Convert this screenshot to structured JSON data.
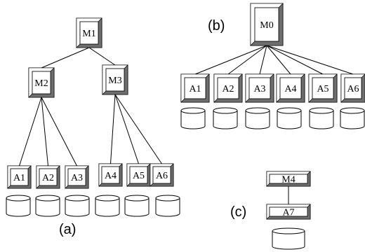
{
  "panels": {
    "a": {
      "label": "(a)"
    },
    "b": {
      "label": "(b)"
    },
    "c": {
      "label": "(c)"
    }
  },
  "nodes": {
    "M1": "M1",
    "M2": "M2",
    "M3": "M3",
    "M0": "M0",
    "M4": "M4",
    "A1": "A1",
    "A2": "A2",
    "A3": "A3",
    "A4": "A4",
    "A5": "A5",
    "A6": "A6",
    "A7": "A7"
  },
  "colors": {
    "box_face": "#d9d9d9",
    "box_light": "#ffffff",
    "box_dark": "#6e6e6e",
    "line": "#000000"
  }
}
